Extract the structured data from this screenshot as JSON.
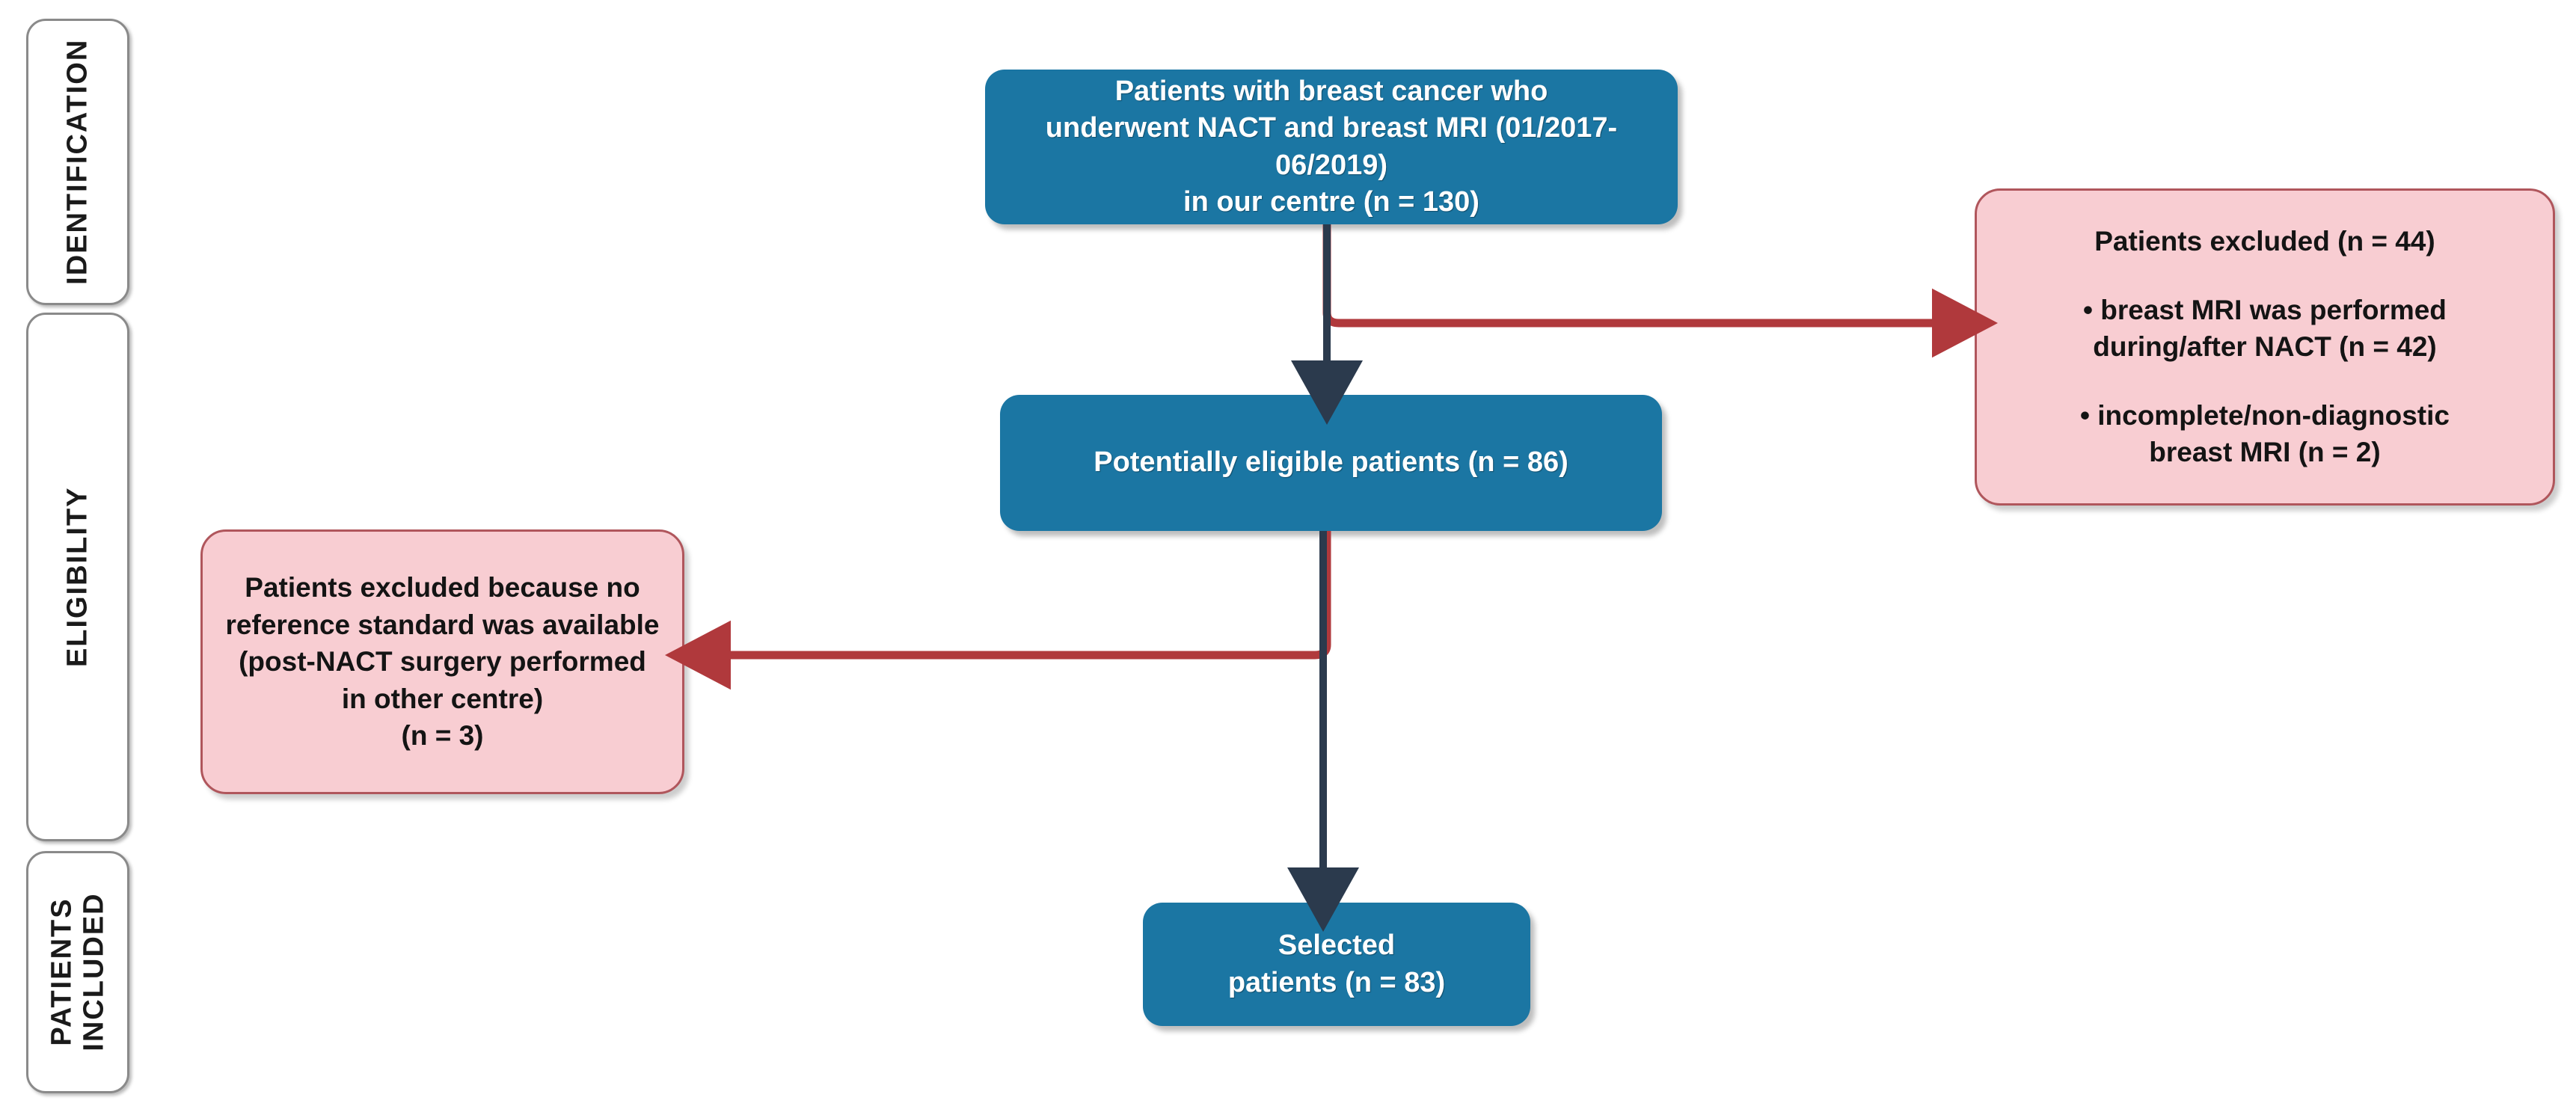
{
  "figure": {
    "type": "prisma-flow-diagram",
    "background_color": "#ffffff",
    "node_blue_color": "#1b76a3",
    "node_pink_fill": "#f8cdd2",
    "node_pink_border": "#b0565c",
    "exclusion_arrow_color": "#b0393c",
    "flow_arrow_color": "#2b3a4d",
    "stage_border_color": "#8a8a8a"
  },
  "stages": [
    {
      "id": "identification",
      "label": "IDENTIFICATION"
    },
    {
      "id": "eligibility",
      "label": "ELIGIBILITY"
    },
    {
      "id": "patients-included",
      "label_line1": "PATIENTS",
      "label_line2": "INCLUDED"
    }
  ],
  "nodes": {
    "source": {
      "kind": "blue",
      "line1": "Patients with breast cancer who",
      "line2": "underwent NACT and breast MRI (01/2017-06/2019)",
      "line3": "in our centre (n = 130)",
      "n": 130
    },
    "eligible": {
      "kind": "blue",
      "line1": "Potentially eligible patients (n = 86)",
      "n": 86
    },
    "selected": {
      "kind": "blue",
      "line1": "Selected",
      "line2": "patients (n = 83)",
      "n": 83
    },
    "excluded_identification": {
      "kind": "pink",
      "heading": "Patients excluded (n = 44)",
      "n": 44,
      "reasons": [
        {
          "line1": "• breast MRI was performed",
          "line2": "during/after NACT  (n = 42)",
          "n": 42
        },
        {
          "line1": "• incomplete/non-diagnostic",
          "line2": "breast MRI (n = 2)",
          "n": 2
        }
      ]
    },
    "excluded_eligibility": {
      "kind": "pink",
      "line1": "Patients excluded because no",
      "line2": "reference standard was available",
      "line3": "(post-NACT surgery performed",
      "line4": "in other centre)",
      "line5": "(n = 3)",
      "n": 3
    }
  },
  "connectors": [
    {
      "id": "source-to-eligible",
      "style": "flow-arrow-down",
      "color": "#2b3a4d"
    },
    {
      "id": "source-to-excluded-identification",
      "style": "exclusion-arrow-right",
      "color": "#b0393c"
    },
    {
      "id": "eligible-to-selected",
      "style": "flow-arrow-down",
      "color": "#2b3a4d"
    },
    {
      "id": "eligible-to-excluded-eligibility",
      "style": "exclusion-arrow-left",
      "color": "#b0393c"
    }
  ]
}
